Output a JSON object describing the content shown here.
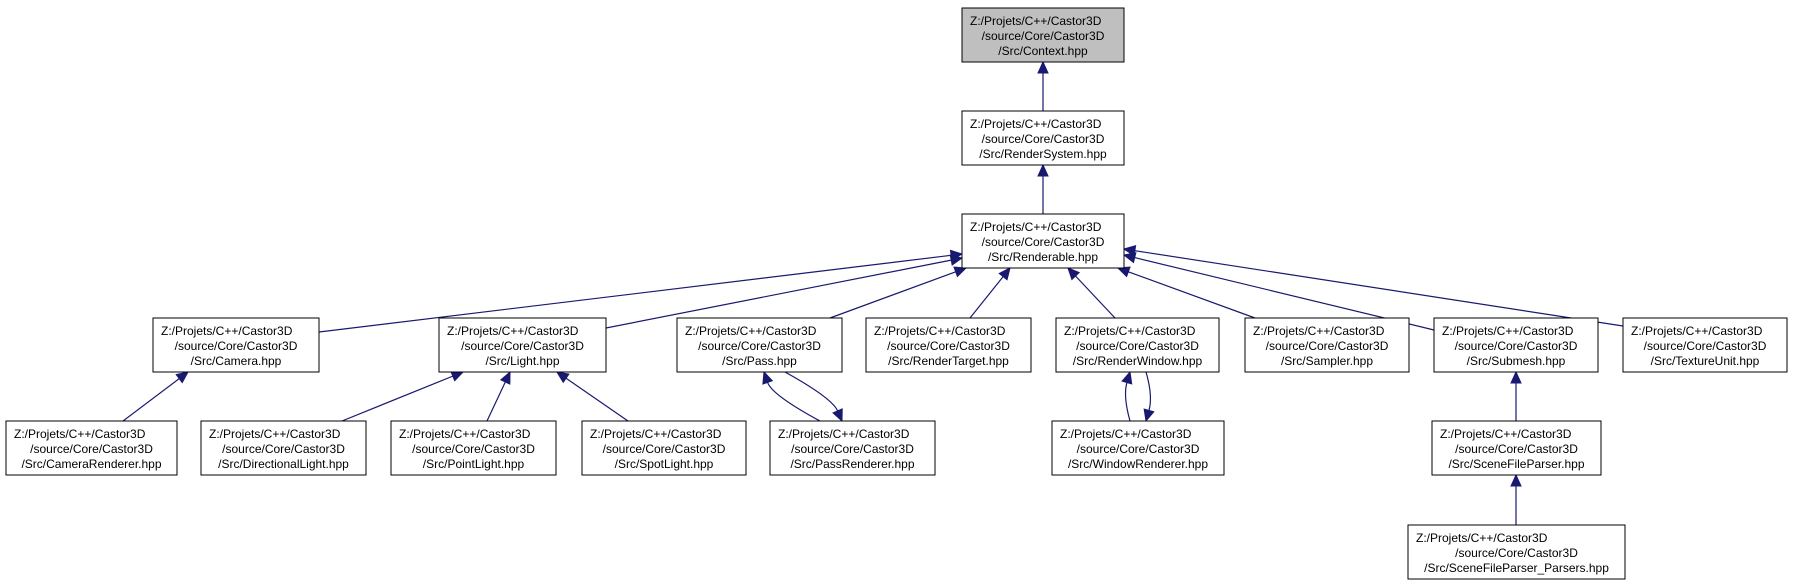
{
  "diagram": {
    "type": "include-dependency-graph",
    "colors": {
      "edge": "#191970",
      "root_fill": "#bfbfbf",
      "node_fill": "#ffffff",
      "border": "#000000"
    },
    "nodes": [
      {
        "id": "context",
        "lines": [
          "Z:/Projets/C++/Castor3D",
          "/source/Core/Castor3D",
          "/Src/Context.hpp"
        ],
        "root": true
      },
      {
        "id": "rendersystem",
        "lines": [
          "Z:/Projets/C++/Castor3D",
          "/source/Core/Castor3D",
          "/Src/RenderSystem.hpp"
        ]
      },
      {
        "id": "renderable",
        "lines": [
          "Z:/Projets/C++/Castor3D",
          "/source/Core/Castor3D",
          "/Src/Renderable.hpp"
        ]
      },
      {
        "id": "camera",
        "lines": [
          "Z:/Projets/C++/Castor3D",
          "/source/Core/Castor3D",
          "/Src/Camera.hpp"
        ]
      },
      {
        "id": "light",
        "lines": [
          "Z:/Projets/C++/Castor3D",
          "/source/Core/Castor3D",
          "/Src/Light.hpp"
        ]
      },
      {
        "id": "pass",
        "lines": [
          "Z:/Projets/C++/Castor3D",
          "/source/Core/Castor3D",
          "/Src/Pass.hpp"
        ]
      },
      {
        "id": "rendertarget",
        "lines": [
          "Z:/Projets/C++/Castor3D",
          "/source/Core/Castor3D",
          "/Src/RenderTarget.hpp"
        ]
      },
      {
        "id": "renderwindow",
        "lines": [
          "Z:/Projets/C++/Castor3D",
          "/source/Core/Castor3D",
          "/Src/RenderWindow.hpp"
        ]
      },
      {
        "id": "sampler",
        "lines": [
          "Z:/Projets/C++/Castor3D",
          "/source/Core/Castor3D",
          "/Src/Sampler.hpp"
        ]
      },
      {
        "id": "submesh",
        "lines": [
          "Z:/Projets/C++/Castor3D",
          "/source/Core/Castor3D",
          "/Src/Submesh.hpp"
        ]
      },
      {
        "id": "textureunit",
        "lines": [
          "Z:/Projets/C++/Castor3D",
          "/source/Core/Castor3D",
          "/Src/TextureUnit.hpp"
        ]
      },
      {
        "id": "camerarenderer",
        "lines": [
          "Z:/Projets/C++/Castor3D",
          "/source/Core/Castor3D",
          "/Src/CameraRenderer.hpp"
        ]
      },
      {
        "id": "directionallight",
        "lines": [
          "Z:/Projets/C++/Castor3D",
          "/source/Core/Castor3D",
          "/Src/DirectionalLight.hpp"
        ]
      },
      {
        "id": "pointlight",
        "lines": [
          "Z:/Projets/C++/Castor3D",
          "/source/Core/Castor3D",
          "/Src/PointLight.hpp"
        ]
      },
      {
        "id": "spotlight",
        "lines": [
          "Z:/Projets/C++/Castor3D",
          "/source/Core/Castor3D",
          "/Src/SpotLight.hpp"
        ]
      },
      {
        "id": "passrenderer",
        "lines": [
          "Z:/Projets/C++/Castor3D",
          "/source/Core/Castor3D",
          "/Src/PassRenderer.hpp"
        ]
      },
      {
        "id": "windowrenderer",
        "lines": [
          "Z:/Projets/C++/Castor3D",
          "/source/Core/Castor3D",
          "/Src/WindowRenderer.hpp"
        ]
      },
      {
        "id": "scenefileparser",
        "lines": [
          "Z:/Projets/C++/Castor3D",
          "/source/Core/Castor3D",
          "/Src/SceneFileParser.hpp"
        ]
      },
      {
        "id": "scenefileparser_parsers",
        "lines": [
          "Z:/Projets/C++/Castor3D",
          "/source/Core/Castor3D",
          "/Src/SceneFileParser_Parsers.hpp"
        ]
      }
    ],
    "edges": [
      {
        "from": "rendersystem",
        "to": "context"
      },
      {
        "from": "renderable",
        "to": "rendersystem"
      },
      {
        "from": "camera",
        "to": "renderable"
      },
      {
        "from": "light",
        "to": "renderable"
      },
      {
        "from": "pass",
        "to": "renderable"
      },
      {
        "from": "rendertarget",
        "to": "renderable"
      },
      {
        "from": "renderwindow",
        "to": "renderable"
      },
      {
        "from": "sampler",
        "to": "renderable"
      },
      {
        "from": "submesh",
        "to": "renderable"
      },
      {
        "from": "textureunit",
        "to": "renderable"
      },
      {
        "from": "camerarenderer",
        "to": "camera"
      },
      {
        "from": "directionallight",
        "to": "light"
      },
      {
        "from": "pointlight",
        "to": "light"
      },
      {
        "from": "spotlight",
        "to": "light"
      },
      {
        "from": "passrenderer",
        "to": "pass"
      },
      {
        "from": "pass",
        "to": "passrenderer"
      },
      {
        "from": "windowrenderer",
        "to": "renderwindow"
      },
      {
        "from": "renderwindow",
        "to": "windowrenderer"
      },
      {
        "from": "scenefileparser",
        "to": "submesh"
      },
      {
        "from": "scenefileparser_parsers",
        "to": "scenefileparser"
      }
    ]
  }
}
